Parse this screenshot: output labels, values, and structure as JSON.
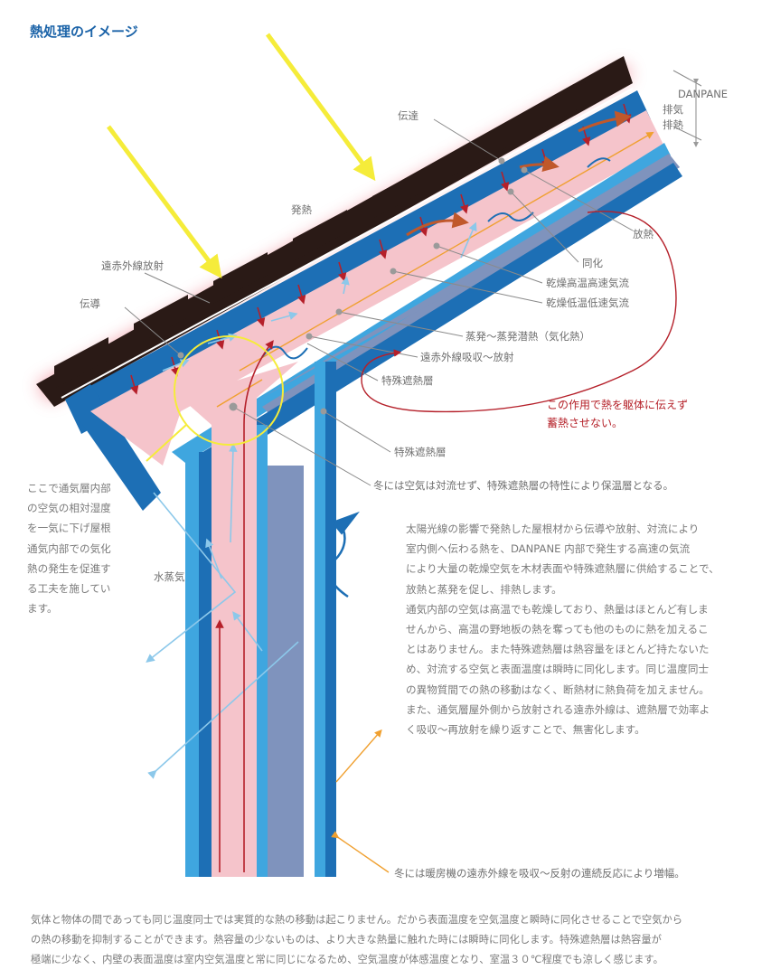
{
  "title": "熱処理のイメージ",
  "labels": {
    "danpane": "DANPANE",
    "exhaust_air": "排気",
    "exhaust_heat": "排熱",
    "transfer": "伝達",
    "heat_generation": "発熱",
    "radiation_release": "放熱",
    "far_infrared_radiation": "遠赤外線放射",
    "equalization": "同化",
    "dry_hot_fast_flow": "乾燥高温高速気流",
    "conduction": "伝導",
    "dry_cool_fast_flow": "乾燥低温低速気流",
    "evaporation_latent_heat": "蒸発～蒸発潜熱（気化熱）",
    "far_infrared_absorption": "遠赤外線吸収～放射",
    "special_layer_1": "特殊遮熱層",
    "special_layer_2": "特殊遮熱層",
    "winter_convection": "冬には空気は対流せず、特殊遮熱層の特性により保温層となる。",
    "water_vapor": "水蒸気",
    "winter_heater": "冬には暖房機の遠赤外線を吸収～反射の連続反応により増幅。"
  },
  "note_red": [
    "この作用で熱を躯体に伝えず",
    "蓄熱させない。"
  ],
  "side_text": [
    "ここで通気層内部",
    "の空気の相対湿度",
    "を一気に下げ屋根",
    "通気内部での気化",
    "熱の発生を促進す",
    "る工夫を施してい",
    "ます。"
  ],
  "main_text": [
    "太陽光線の影響で発熱した屋根材から伝導や放射、対流により",
    "室内側へ伝わる熱を、DANPANE 内部で発生する高速の気流",
    "により大量の乾燥空気を木材表面や特殊遮熱層に供給することで、",
    "放熱と蒸発を促し、排熱します。",
    "通気内部の空気は高温でも乾燥しており、熱量はほとんど有しま",
    "せんから、高温の野地板の熱を奪っても他のものに熱を加えるこ",
    "とはありません。また特殊遮熱層は熱容量をほとんど持たないた",
    "め、対流する空気と表面温度は瞬時に同化します。同じ温度同士",
    "の異物質間での熱の移動はなく、断熱材に熱負荷を加えません。",
    "また、通気層屋外側から放射される遠赤外線は、遮熱層で効率よ",
    "く吸収～再放射を繰り返すことで、無害化します。"
  ],
  "bottom_text": [
    "気体と物体の間であっても同じ温度同士では実質的な熱の移動は起こりません。だから表面温度を空気温度と瞬時に同化させることで空気から",
    "の熱の移動を抑制することができます。熱容量の少ないものは、より大きな熱量に触れた時には瞬時に同化します。特殊遮熱層は熱容量が",
    "極端に少なく、内壁の表面温度は室内空気温度と常に同じになるため、空気温度が体感温度となり、室温３０℃程度でも涼しく感じます。"
  ],
  "colors": {
    "title": "#1b63a8",
    "roof_tile": "#2a1a16",
    "board_blue": "#1d6fb5",
    "light_blue": "#3fa6df",
    "air_pink": "#f5c4cb",
    "insulation_gray_blue": "#7f93bd",
    "sun_ray": "#f5ec3a",
    "heat_arrow": "#c0392b",
    "leader": "#8a8a8a",
    "red_note": "#b41e26",
    "vapor_arrow": "#8cc8ea",
    "orange_arrow": "#f0a030"
  },
  "icons": [
    "sun-ray-arrow",
    "heat-arrow",
    "vapor-arrow",
    "loop-arrow"
  ]
}
